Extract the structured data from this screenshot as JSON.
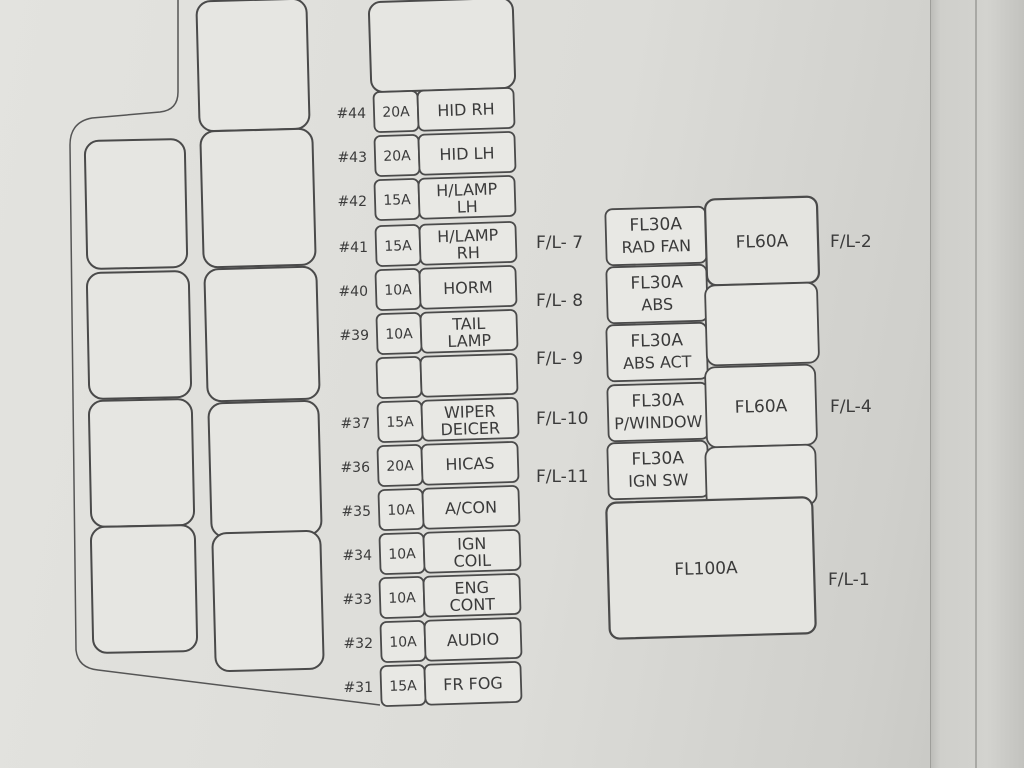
{
  "fuses": [
    {
      "num": "#44",
      "amp": "20A",
      "label": [
        "HID RH"
      ]
    },
    {
      "num": "#43",
      "amp": "20A",
      "label": [
        "HID LH"
      ]
    },
    {
      "num": "#42",
      "amp": "15A",
      "label": [
        "H/LAMP",
        "LH"
      ]
    },
    {
      "num": "#41",
      "amp": "15A",
      "label": [
        "H/LAMP",
        "RH"
      ]
    },
    {
      "num": "#40",
      "amp": "10A",
      "label": [
        "HORM"
      ]
    },
    {
      "num": "#39",
      "amp": "10A",
      "label": [
        "TAIL",
        "LAMP"
      ]
    },
    {
      "num": "",
      "amp": "",
      "label": []
    },
    {
      "num": "#37",
      "amp": "15A",
      "label": [
        "WIPER",
        "DEICER"
      ]
    },
    {
      "num": "#36",
      "amp": "20A",
      "label": [
        "HICAS"
      ]
    },
    {
      "num": "#35",
      "amp": "10A",
      "label": [
        "A/CON"
      ]
    },
    {
      "num": "#34",
      "amp": "10A",
      "label": [
        "IGN",
        "COIL"
      ]
    },
    {
      "num": "#33",
      "amp": "10A",
      "label": [
        "ENG",
        "CONT"
      ]
    },
    {
      "num": "#32",
      "amp": "10A",
      "label": [
        "AUDIO"
      ]
    },
    {
      "num": "#31",
      "amp": "15A",
      "label": [
        "FR FOG"
      ]
    }
  ],
  "fusible_links": [
    {
      "side": "F/L- 7",
      "label": [
        "FL30A",
        "RAD FAN"
      ]
    },
    {
      "side": "F/L- 8",
      "label": [
        "FL30A",
        "ABS"
      ]
    },
    {
      "side": "F/L- 9",
      "label": [
        "FL30A",
        "ABS ACT"
      ]
    },
    {
      "side": "F/L-10",
      "label": [
        "FL30A",
        "P/WINDOW"
      ]
    },
    {
      "side": "F/L-11",
      "label": [
        "FL30A",
        "IGN SW"
      ]
    }
  ],
  "right_links": [
    {
      "label": "FL60A",
      "side": "F/L-2"
    },
    {
      "label": "",
      "side": ""
    },
    {
      "label": "FL60A",
      "side": "F/L-4"
    },
    {
      "label": "",
      "side": ""
    }
  ],
  "main_link": {
    "label": "FL100A",
    "side": "F/L-1"
  }
}
